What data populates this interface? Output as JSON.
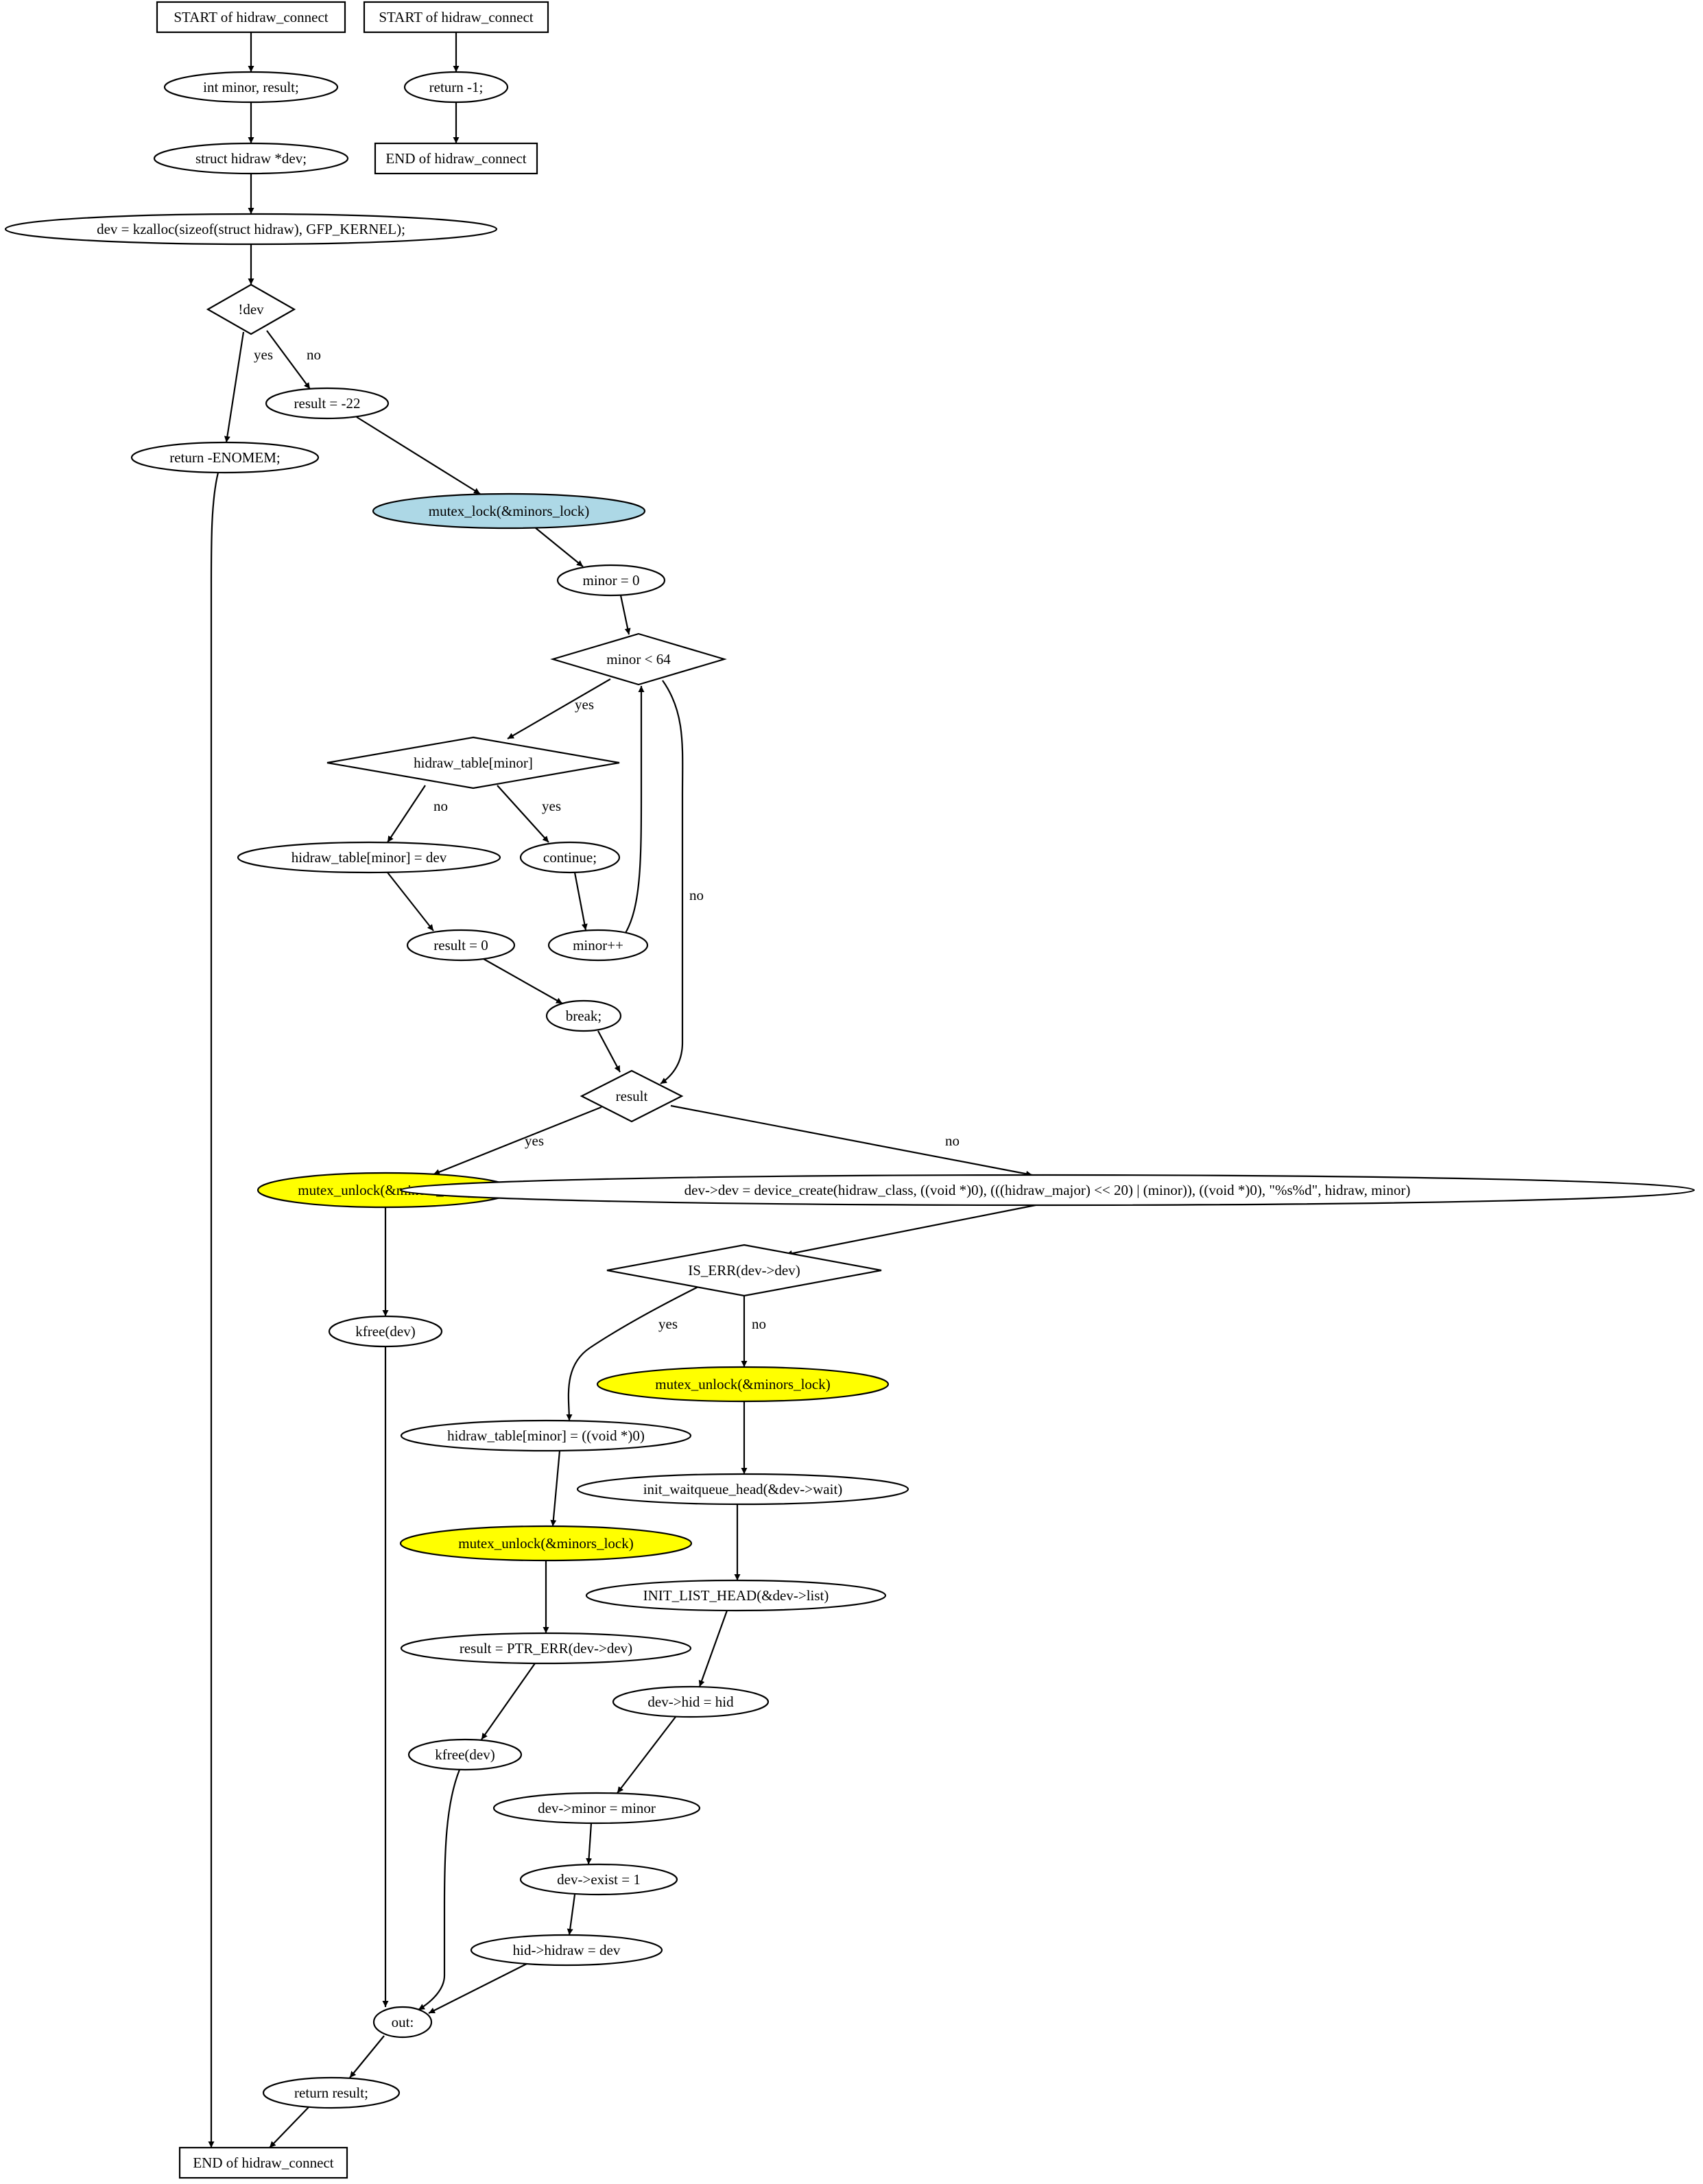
{
  "diagram": {
    "nodes": [
      {
        "id": "n1",
        "label": "START of hidraw_connect",
        "shape": "box"
      },
      {
        "id": "n2",
        "label": "int minor, result;",
        "shape": "ellipse"
      },
      {
        "id": "n3",
        "label": "struct hidraw *dev;",
        "shape": "ellipse"
      },
      {
        "id": "n4",
        "label": "dev = kzalloc(sizeof(struct hidraw), GFP_KERNEL);",
        "shape": "ellipse"
      },
      {
        "id": "n5",
        "label": "!dev",
        "shape": "diamond"
      },
      {
        "id": "n6",
        "label": "return -ENOMEM;",
        "shape": "ellipse"
      },
      {
        "id": "n7",
        "label": "result = -22",
        "shape": "ellipse"
      },
      {
        "id": "n8",
        "label": "mutex_lock(&minors_lock)",
        "shape": "ellipse",
        "fill": "#add8e6"
      },
      {
        "id": "n9",
        "label": "minor = 0",
        "shape": "ellipse"
      },
      {
        "id": "n10",
        "label": "minor < 64",
        "shape": "diamond"
      },
      {
        "id": "n11",
        "label": "hidraw_table[minor]",
        "shape": "diamond"
      },
      {
        "id": "n12",
        "label": "hidraw_table[minor] = dev",
        "shape": "ellipse"
      },
      {
        "id": "n13",
        "label": "continue;",
        "shape": "ellipse"
      },
      {
        "id": "n14",
        "label": "result = 0",
        "shape": "ellipse"
      },
      {
        "id": "n15",
        "label": "minor++",
        "shape": "ellipse"
      },
      {
        "id": "n16",
        "label": "break;",
        "shape": "ellipse"
      },
      {
        "id": "n17",
        "label": "result",
        "shape": "diamond"
      },
      {
        "id": "n18",
        "label": "mutex_unlock(&minors_lock)",
        "shape": "ellipse",
        "fill": "#ffff00"
      },
      {
        "id": "n19",
        "label": "dev->dev = device_create(hidraw_class, ((void *)0), (((hidraw_major) << 20) | (minor)), ((void *)0), \"%s%d\", hidraw, minor)",
        "shape": "ellipse"
      },
      {
        "id": "n20",
        "label": "IS_ERR(dev->dev)",
        "shape": "diamond"
      },
      {
        "id": "n21",
        "label": "kfree(dev)",
        "shape": "ellipse"
      },
      {
        "id": "n22",
        "label": "mutex_unlock(&minors_lock)",
        "shape": "ellipse",
        "fill": "#ffff00"
      },
      {
        "id": "n23",
        "label": "hidraw_table[minor] = ((void *)0)",
        "shape": "ellipse"
      },
      {
        "id": "n24",
        "label": "init_waitqueue_head(&dev->wait)",
        "shape": "ellipse"
      },
      {
        "id": "n25",
        "label": "mutex_unlock(&minors_lock)",
        "shape": "ellipse",
        "fill": "#ffff00"
      },
      {
        "id": "n26",
        "label": "INIT_LIST_HEAD(&dev->list)",
        "shape": "ellipse"
      },
      {
        "id": "n27",
        "label": "result = PTR_ERR(dev->dev)",
        "shape": "ellipse"
      },
      {
        "id": "n28",
        "label": "dev->hid = hid",
        "shape": "ellipse"
      },
      {
        "id": "n29",
        "label": "kfree(dev)",
        "shape": "ellipse"
      },
      {
        "id": "n30",
        "label": "dev->minor = minor",
        "shape": "ellipse"
      },
      {
        "id": "n31",
        "label": "dev->exist = 1",
        "shape": "ellipse"
      },
      {
        "id": "n32",
        "label": "hid->hidraw = dev",
        "shape": "ellipse"
      },
      {
        "id": "n33",
        "label": "out:",
        "shape": "ellipse"
      },
      {
        "id": "n34",
        "label": "return result;",
        "shape": "ellipse"
      },
      {
        "id": "n35",
        "label": "END of hidraw_connect",
        "shape": "box"
      },
      {
        "id": "n36",
        "label": "START of hidraw_connect",
        "shape": "box"
      },
      {
        "id": "n37",
        "label": "return -1;",
        "shape": "ellipse"
      },
      {
        "id": "n38",
        "label": "END of hidraw_connect",
        "shape": "box"
      }
    ],
    "edges": [
      {
        "from": "n1",
        "to": "n2",
        "label": ""
      },
      {
        "from": "n2",
        "to": "n3",
        "label": ""
      },
      {
        "from": "n3",
        "to": "n4",
        "label": ""
      },
      {
        "from": "n4",
        "to": "n5",
        "label": ""
      },
      {
        "from": "n5",
        "to": "n6",
        "label": "yes"
      },
      {
        "from": "n5",
        "to": "n7",
        "label": "no"
      },
      {
        "from": "n6",
        "to": "n35",
        "label": ""
      },
      {
        "from": "n7",
        "to": "n8",
        "label": ""
      },
      {
        "from": "n8",
        "to": "n9",
        "label": ""
      },
      {
        "from": "n9",
        "to": "n10",
        "label": ""
      },
      {
        "from": "n10",
        "to": "n11",
        "label": "yes"
      },
      {
        "from": "n10",
        "to": "n17",
        "label": "no"
      },
      {
        "from": "n11",
        "to": "n12",
        "label": "no"
      },
      {
        "from": "n11",
        "to": "n13",
        "label": "yes"
      },
      {
        "from": "n13",
        "to": "n15",
        "label": ""
      },
      {
        "from": "n15",
        "to": "n10",
        "label": ""
      },
      {
        "from": "n12",
        "to": "n14",
        "label": ""
      },
      {
        "from": "n14",
        "to": "n16",
        "label": ""
      },
      {
        "from": "n16",
        "to": "n17",
        "label": ""
      },
      {
        "from": "n17",
        "to": "n18",
        "label": "yes"
      },
      {
        "from": "n17",
        "to": "n19",
        "label": "no"
      },
      {
        "from": "n18",
        "to": "n21",
        "label": ""
      },
      {
        "from": "n19",
        "to": "n20",
        "label": ""
      },
      {
        "from": "n20",
        "to": "n23",
        "label": "yes"
      },
      {
        "from": "n20",
        "to": "n22",
        "label": "no"
      },
      {
        "from": "n21",
        "to": "n33",
        "label": ""
      },
      {
        "from": "n22",
        "to": "n24",
        "label": ""
      },
      {
        "from": "n23",
        "to": "n25",
        "label": ""
      },
      {
        "from": "n24",
        "to": "n26",
        "label": ""
      },
      {
        "from": "n25",
        "to": "n27",
        "label": ""
      },
      {
        "from": "n26",
        "to": "n28",
        "label": ""
      },
      {
        "from": "n27",
        "to": "n29",
        "label": ""
      },
      {
        "from": "n28",
        "to": "n30",
        "label": ""
      },
      {
        "from": "n29",
        "to": "n33",
        "label": ""
      },
      {
        "from": "n30",
        "to": "n31",
        "label": ""
      },
      {
        "from": "n31",
        "to": "n32",
        "label": ""
      },
      {
        "from": "n32",
        "to": "n33",
        "label": ""
      },
      {
        "from": "n33",
        "to": "n34",
        "label": ""
      },
      {
        "from": "n34",
        "to": "n35",
        "label": ""
      },
      {
        "from": "n36",
        "to": "n37",
        "label": ""
      },
      {
        "from": "n37",
        "to": "n38",
        "label": ""
      }
    ]
  }
}
